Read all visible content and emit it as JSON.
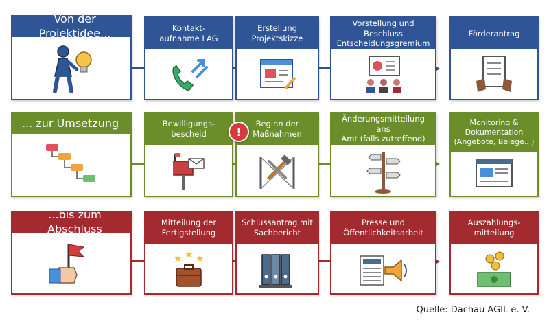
{
  "colors": {
    "blue": "#2f5597",
    "green": "#6b8e2b",
    "red": "#a32a2e"
  },
  "rows": [
    {
      "color_key": "blue",
      "cards": [
        {
          "label": "Von der Projektidee...",
          "icon": "person-lightbulb-icon"
        },
        {
          "label": "Kontakt-\naufnahme LAG",
          "icon": "phone-icon"
        },
        {
          "label": "Erstellung\nProjektskizze",
          "icon": "document-icon"
        },
        {
          "label": "Vorstellung und Beschluss\nEntscheidungsgremium",
          "icon": "presentation-icon"
        },
        {
          "label": "Förderantrag",
          "icon": "form-hands-icon"
        }
      ]
    },
    {
      "color_key": "green",
      "cards": [
        {
          "label": "... zur Umsetzung",
          "icon": "flow-steps-icon"
        },
        {
          "label": "Bewilligungs-\nbescheid",
          "icon": "mailbox-icon"
        },
        {
          "label": "Beginn der\nMaßnahmen",
          "icon": "tools-icon"
        },
        {
          "label": "Änderungsmitteilung ans\nAmt (falls zutreffend)",
          "icon": "signpost-icon"
        },
        {
          "label": "Monitoring &\nDokumentation\n(Angebote, Belege...)",
          "icon": "browser-window-icon"
        }
      ]
    },
    {
      "color_key": "red",
      "cards": [
        {
          "label": "...bis zum Abschluss",
          "icon": "hand-flag-icon"
        },
        {
          "label": "Mitteilung der\nFertigstellung",
          "icon": "briefcase-stars-icon"
        },
        {
          "label": "Schlussantrag mit\nSachbericht",
          "icon": "binders-icon"
        },
        {
          "label": "Presse und\nÖffentlichkeitsarbeit",
          "icon": "newspaper-megaphone-icon"
        },
        {
          "label": "Auszahlungs-\nmitteilung",
          "icon": "money-icon"
        }
      ]
    }
  ],
  "warning_badge": "!",
  "source": "Quelle: Dachau AGIL e. V."
}
